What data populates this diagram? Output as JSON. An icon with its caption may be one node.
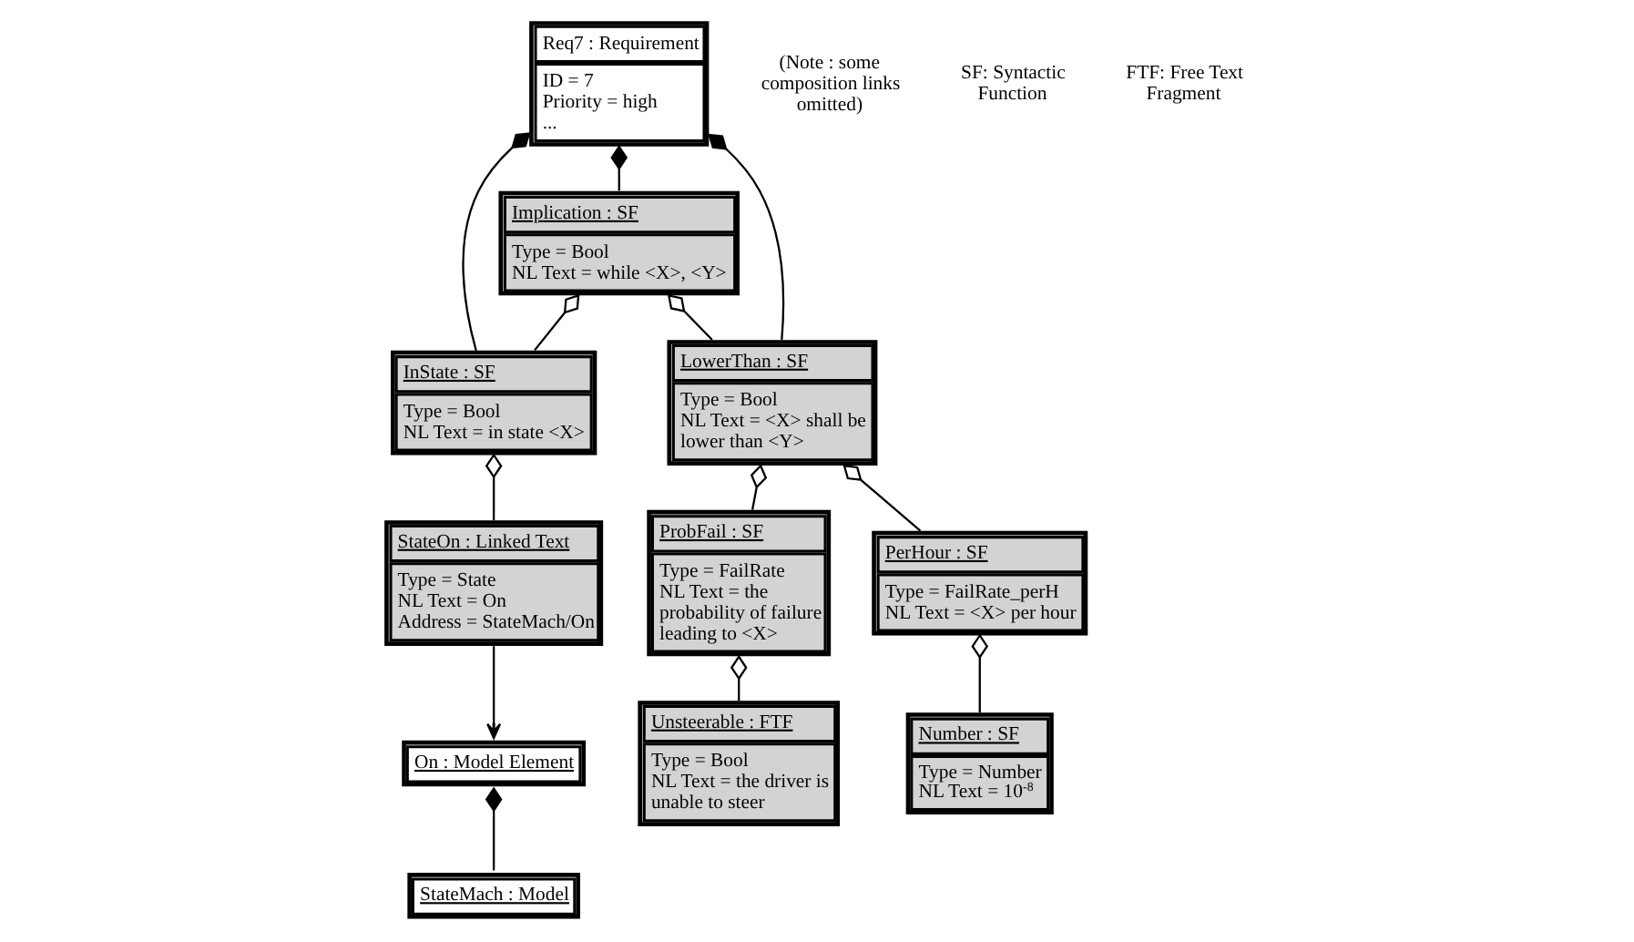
{
  "diagram": {
    "nodes": [
      {
        "text": [
          "Req7 : Requirement",
          "ID = 7",
          "Priority = high",
          "..."
        ]
      },
      {
        "text": [
          "Implication : SF",
          "Type = Bool",
          "NL Text = while <X>, <Y>"
        ]
      },
      {
        "text": [
          "InState : SF",
          "Type = Bool",
          "NL Text = in state <X>"
        ]
      },
      {
        "text": [
          "LowerThan : SF",
          "Type = Bool",
          "NL Text = <X> shall be lower than <Y>"
        ]
      },
      {
        "text": [
          "ProbFail : SF",
          "Type = FailRate",
          "NL Text = the probability of failure leading to <X>"
        ]
      },
      {
        "text": [
          "PerHour : SF",
          "Type = FailRate_perH",
          "NL Text = <X> per hour"
        ]
      },
      {
        "text": [
          "StateOn : Linked Text",
          "Type = State",
          "NL Text = On",
          "Address = StateMach/On"
        ]
      },
      {
        "text": [
          "Unsteerable : FTF",
          "Type = Bool",
          "NL Text = the driver is unable to steer"
        ]
      },
      {
        "text": [
          "Number : SF",
          "Type = Number",
          "NL Text = 10$^{-8}$"
        ]
      },
      {
        "text": [
          "On : Model Element"
        ]
      },
      {
        "text": [
          "StateMach : Model"
        ]
      }
    ],
    "edges": [
      {
        "from": 0,
        "to": 2,
        "arrow": "other"
      },
      {
        "from": 0,
        "to": 1,
        "arrow": "other"
      },
      {
        "from": 0,
        "to": 3,
        "arrow": "other"
      },
      {
        "from": 1,
        "to": 3,
        "arrow": "other"
      },
      {
        "from": 1,
        "to": 2,
        "arrow": "other"
      },
      {
        "from": 3,
        "to": 4,
        "arrow": "other"
      },
      {
        "from": 3,
        "to": 5,
        "arrow": "other"
      },
      {
        "from": 2,
        "to": 6,
        "arrow": "other"
      },
      {
        "from": 4,
        "to": 7,
        "arrow": "other"
      },
      {
        "from": 5,
        "to": 8,
        "arrow": "other"
      },
      {
        "from": 6,
        "to": 9,
        "arrow": "to"
      },
      {
        "from": 9,
        "to": 10,
        "arrow": "other"
      }
    ],
    "labels": [
      "(Note : some composition links omitted)",
      "SF: Syntactic Function",
      "FTF: Free Text Fragment"
    ]
  }
}
